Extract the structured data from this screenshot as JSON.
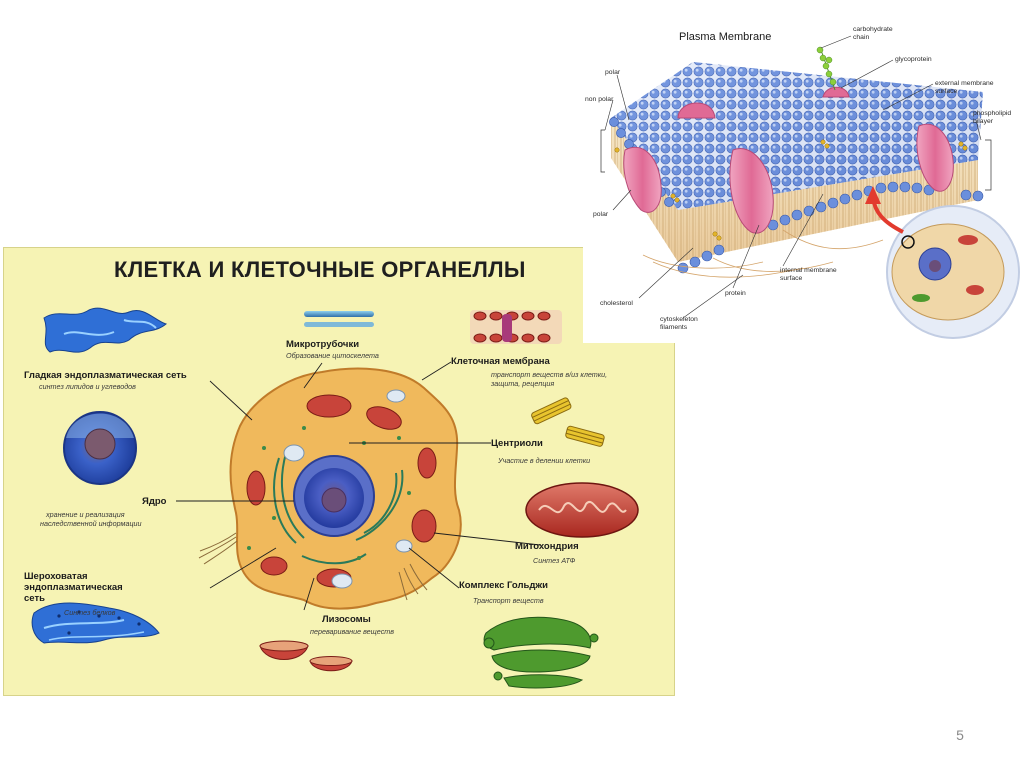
{
  "slide": {
    "page_number": "5"
  },
  "poster": {
    "title": "КЛЕТКА И КЛЕТОЧНЫЕ ОРГАНЕЛЛЫ",
    "labels": {
      "microtubules": {
        "name": "Микротрубочки",
        "desc": "Образование цитоскелета"
      },
      "smooth_er": {
        "name": "Гладкая эндоплазматическая сеть",
        "desc": "синтез липидов и углеводов"
      },
      "membrane": {
        "name": "Клеточная мембрана",
        "desc_line1": "транспорт веществ в/из клетки,",
        "desc_line2": "защита, рецепция"
      },
      "centrioles": {
        "name": "Центриоли",
        "desc": "Участие в делении клетки"
      },
      "nucleus": {
        "name": "Ядро",
        "desc_line1": "хранение и реализация",
        "desc_line2": "наследственной информации"
      },
      "mitochondria": {
        "name": "Митохондрия",
        "desc": "Синтез АТФ"
      },
      "rough_er": {
        "name_line1": "Шероховатая",
        "name_line2": "эндоплазматическая",
        "name_line3": "сеть",
        "desc": "Синтез белков"
      },
      "golgi": {
        "name": "Комплекс Гольджи",
        "desc": "Транспорт веществ"
      },
      "lysosomes": {
        "name": "Лизосомы",
        "desc": "переваривание веществ"
      }
    }
  },
  "membrane_figure": {
    "title": "Plasma Membrane",
    "labels": {
      "carbohydrate_line1": "carbohydrate",
      "carbohydrate_line2": "chain",
      "glycoprotein": "glycoprotein",
      "external_line1": "external membrane",
      "external_line2": "surface",
      "phospholipid_line1": "phospholipid",
      "phospholipid_line2": "bilayer",
      "polar_top": "polar",
      "non_polar": "non polar",
      "polar_bottom": "polar",
      "internal_line1": "internal membrane",
      "internal_line2": "surface",
      "cholesterol": "cholesterol",
      "protein": "protein",
      "cytoskeleton_line1": "cytoskeleton",
      "cytoskeleton_line2": "filaments"
    }
  },
  "colors": {
    "poster_bg": "#f6f3b4",
    "cytoplasm": "#f0b95c",
    "nucleus": "#3f52b5",
    "mitochondria": "#c8443a",
    "er_blue": "#2f6fd6",
    "golgi_green": "#4e9a2e",
    "lipid_blue": "#5b83d6",
    "membrane_protein": "#e58aa8",
    "arrow_red": "#e23b2e"
  }
}
